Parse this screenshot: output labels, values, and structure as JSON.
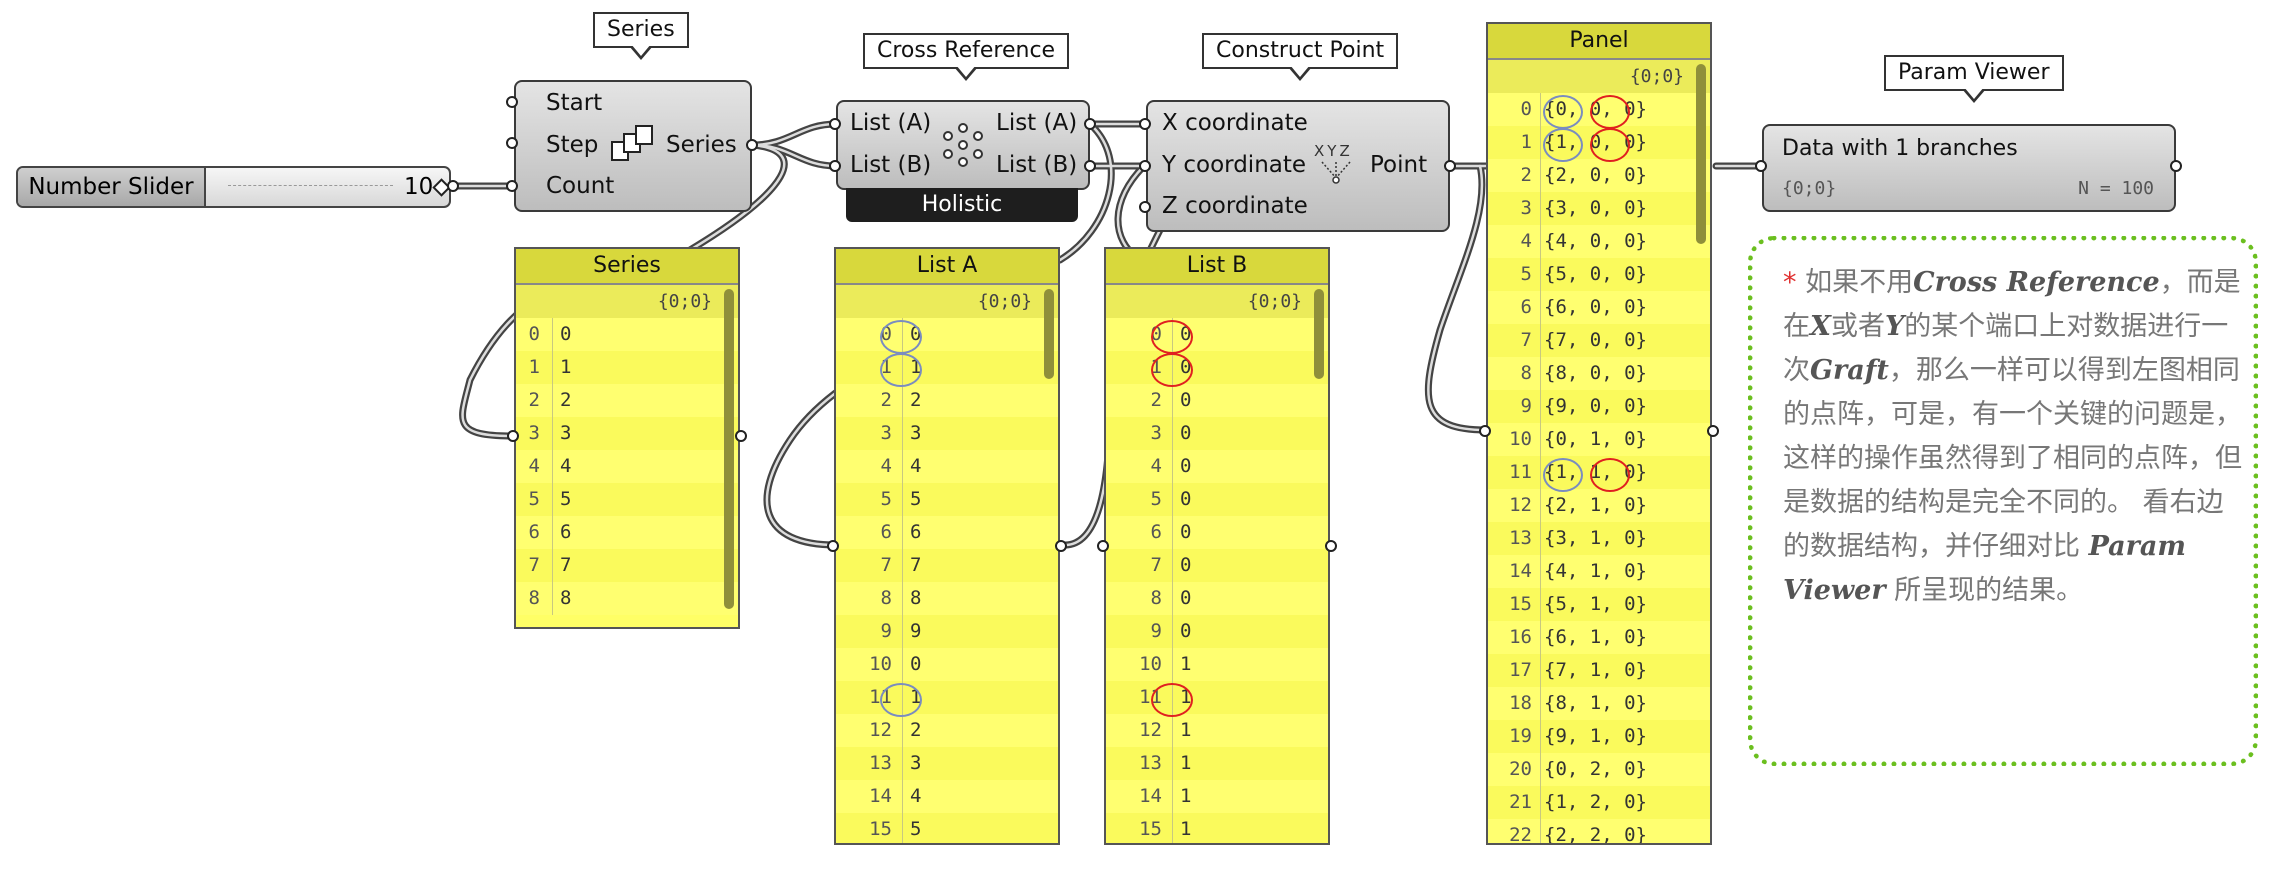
{
  "tooltips": {
    "series": "Series",
    "cross_reference": "Cross Reference",
    "construct_point": "Construct Point",
    "param_viewer": "Param Viewer"
  },
  "number_slider": {
    "label": "Number Slider",
    "value": "10"
  },
  "series_component": {
    "start": "Start",
    "step": "Step",
    "count": "Count",
    "output": "Series"
  },
  "cross_reference_component": {
    "in_a": "List (A)",
    "in_b": "List (B)",
    "out_a": "List (A)",
    "out_b": "List (B)",
    "mode": "Holistic"
  },
  "construct_point_component": {
    "x": "X coordinate",
    "y": "Y coordinate",
    "z": "Z coordinate",
    "output": "Point",
    "icon_text": "XYZ"
  },
  "panels": {
    "series": {
      "title": "Series",
      "path": "{0;0}",
      "rows": [
        [
          "0",
          "0"
        ],
        [
          "1",
          "1"
        ],
        [
          "2",
          "2"
        ],
        [
          "3",
          "3"
        ],
        [
          "4",
          "4"
        ],
        [
          "5",
          "5"
        ],
        [
          "6",
          "6"
        ],
        [
          "7",
          "7"
        ],
        [
          "8",
          "8"
        ]
      ]
    },
    "list_a": {
      "title": "List A",
      "path": "{0;0}",
      "rows": [
        [
          "0",
          "0"
        ],
        [
          "1",
          "1"
        ],
        [
          "2",
          "2"
        ],
        [
          "3",
          "3"
        ],
        [
          "4",
          "4"
        ],
        [
          "5",
          "5"
        ],
        [
          "6",
          "6"
        ],
        [
          "7",
          "7"
        ],
        [
          "8",
          "8"
        ],
        [
          "9",
          "9"
        ],
        [
          "10",
          "0"
        ],
        [
          "11",
          "1"
        ],
        [
          "12",
          "2"
        ],
        [
          "13",
          "3"
        ],
        [
          "14",
          "4"
        ],
        [
          "15",
          "5"
        ]
      ]
    },
    "list_b": {
      "title": "List B",
      "path": "{0;0}",
      "rows": [
        [
          "0",
          "0"
        ],
        [
          "1",
          "0"
        ],
        [
          "2",
          "0"
        ],
        [
          "3",
          "0"
        ],
        [
          "4",
          "0"
        ],
        [
          "5",
          "0"
        ],
        [
          "6",
          "0"
        ],
        [
          "7",
          "0"
        ],
        [
          "8",
          "0"
        ],
        [
          "9",
          "0"
        ],
        [
          "10",
          "1"
        ],
        [
          "11",
          "1"
        ],
        [
          "12",
          "1"
        ],
        [
          "13",
          "1"
        ],
        [
          "14",
          "1"
        ],
        [
          "15",
          "1"
        ]
      ]
    },
    "points": {
      "title": "Panel",
      "path": "{0;0}",
      "rows": [
        [
          "0",
          "{0, 0, 0}"
        ],
        [
          "1",
          "{1, 0, 0}"
        ],
        [
          "2",
          "{2, 0, 0}"
        ],
        [
          "3",
          "{3, 0, 0}"
        ],
        [
          "4",
          "{4, 0, 0}"
        ],
        [
          "5",
          "{5, 0, 0}"
        ],
        [
          "6",
          "{6, 0, 0}"
        ],
        [
          "7",
          "{7, 0, 0}"
        ],
        [
          "8",
          "{8, 0, 0}"
        ],
        [
          "9",
          "{9, 0, 0}"
        ],
        [
          "10",
          "{0, 1, 0}"
        ],
        [
          "11",
          "{1, 1, 0}"
        ],
        [
          "12",
          "{2, 1, 0}"
        ],
        [
          "13",
          "{3, 1, 0}"
        ],
        [
          "14",
          "{4, 1, 0}"
        ],
        [
          "15",
          "{5, 1, 0}"
        ],
        [
          "16",
          "{6, 1, 0}"
        ],
        [
          "17",
          "{7, 1, 0}"
        ],
        [
          "18",
          "{8, 1, 0}"
        ],
        [
          "19",
          "{9, 1, 0}"
        ],
        [
          "20",
          "{0, 2, 0}"
        ],
        [
          "21",
          "{1, 2, 0}"
        ],
        [
          "22",
          "{2, 2, 0}"
        ]
      ]
    }
  },
  "param_viewer": {
    "title": "Data with 1 branches",
    "path": "{0;0}",
    "count": "N = 100"
  },
  "note": {
    "star": "*",
    "parts": [
      "如果不用",
      "Cross Reference",
      "，而是在",
      "X",
      "或者",
      "Y",
      "的某个端口上对数据进行一次",
      "Graft",
      "，那么一样可以得到左图相同的点阵，可是，有一个关键的问题是，这样的操作虽然得到了相同的点阵，但是数据的结构是完全不同的。 看右边的数据结构，并仔细对比 ",
      "Param Viewer",
      " 所呈现的结果。"
    ]
  },
  "colors": {
    "panel": "#ffff66",
    "note_border": "#6bbf1f",
    "blue_circle": "#7a8cc0",
    "red_circle": "#e02020"
  }
}
